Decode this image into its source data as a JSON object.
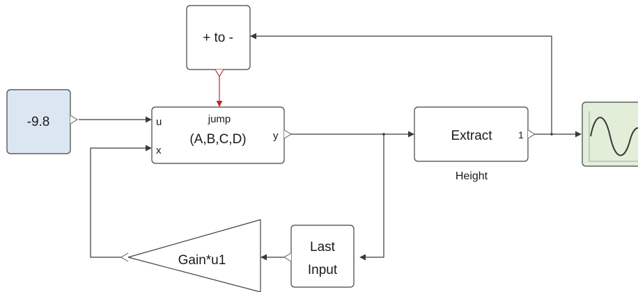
{
  "diagram": {
    "constant_block": {
      "value": "-9.8",
      "fill": "#dce6f2"
    },
    "switch_block": {
      "label": "+ to -"
    },
    "jump_block": {
      "title": "jump",
      "formula": "(A,B,C,D)",
      "input_u": "u",
      "input_x": "x",
      "output_y": "y"
    },
    "extract_block": {
      "label": "Extract",
      "port": "1",
      "caption": "Height"
    },
    "scope_block": {
      "fill": "#e2eed8",
      "icon": "sine-wave-icon"
    },
    "last_input_block": {
      "line1": "Last",
      "line2": "Input"
    },
    "gain_block": {
      "label": "Gain*u1"
    },
    "colors": {
      "line": "#3a3a3a",
      "trigger": "#c0262d",
      "border": "#404040"
    }
  }
}
